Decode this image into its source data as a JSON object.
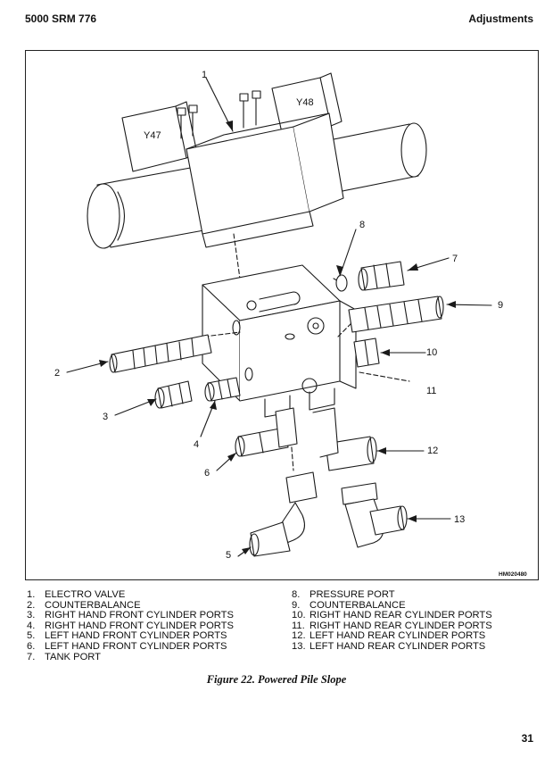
{
  "header": {
    "left": "5000 SRM 776",
    "right": "Adjustments"
  },
  "figure": {
    "drawing_id": "HM020480",
    "solenoid_labels": [
      "Y47",
      "Y48"
    ],
    "callouts": [
      "1",
      "2",
      "3",
      "4",
      "5",
      "6",
      "7",
      "8",
      "9",
      "10",
      "11",
      "12",
      "13"
    ]
  },
  "legend": {
    "left": [
      {
        "num": "1.",
        "text": "ELECTRO VALVE"
      },
      {
        "num": "2.",
        "text": "COUNTERBALANCE"
      },
      {
        "num": "3.",
        "text": "RIGHT HAND FRONT CYLINDER PORTS"
      },
      {
        "num": "4.",
        "text": "RIGHT HAND FRONT CYLINDER PORTS"
      },
      {
        "num": "5.",
        "text": "LEFT HAND FRONT CYLINDER PORTS"
      },
      {
        "num": "6.",
        "text": "LEFT HAND FRONT CYLINDER PORTS"
      },
      {
        "num": "7.",
        "text": "TANK PORT"
      }
    ],
    "right": [
      {
        "num": "8.",
        "text": "PRESSURE PORT"
      },
      {
        "num": "9.",
        "text": "COUNTERBALANCE"
      },
      {
        "num": "10.",
        "text": "RIGHT HAND REAR CYLINDER PORTS"
      },
      {
        "num": "11.",
        "text": "RIGHT HAND REAR CYLINDER PORTS"
      },
      {
        "num": "12.",
        "text": "LEFT HAND REAR CYLINDER PORTS"
      },
      {
        "num": "13.",
        "text": "LEFT HAND REAR CYLINDER PORTS"
      }
    ]
  },
  "caption": "Figure 22. Powered Pile Slope",
  "page_number": "31"
}
